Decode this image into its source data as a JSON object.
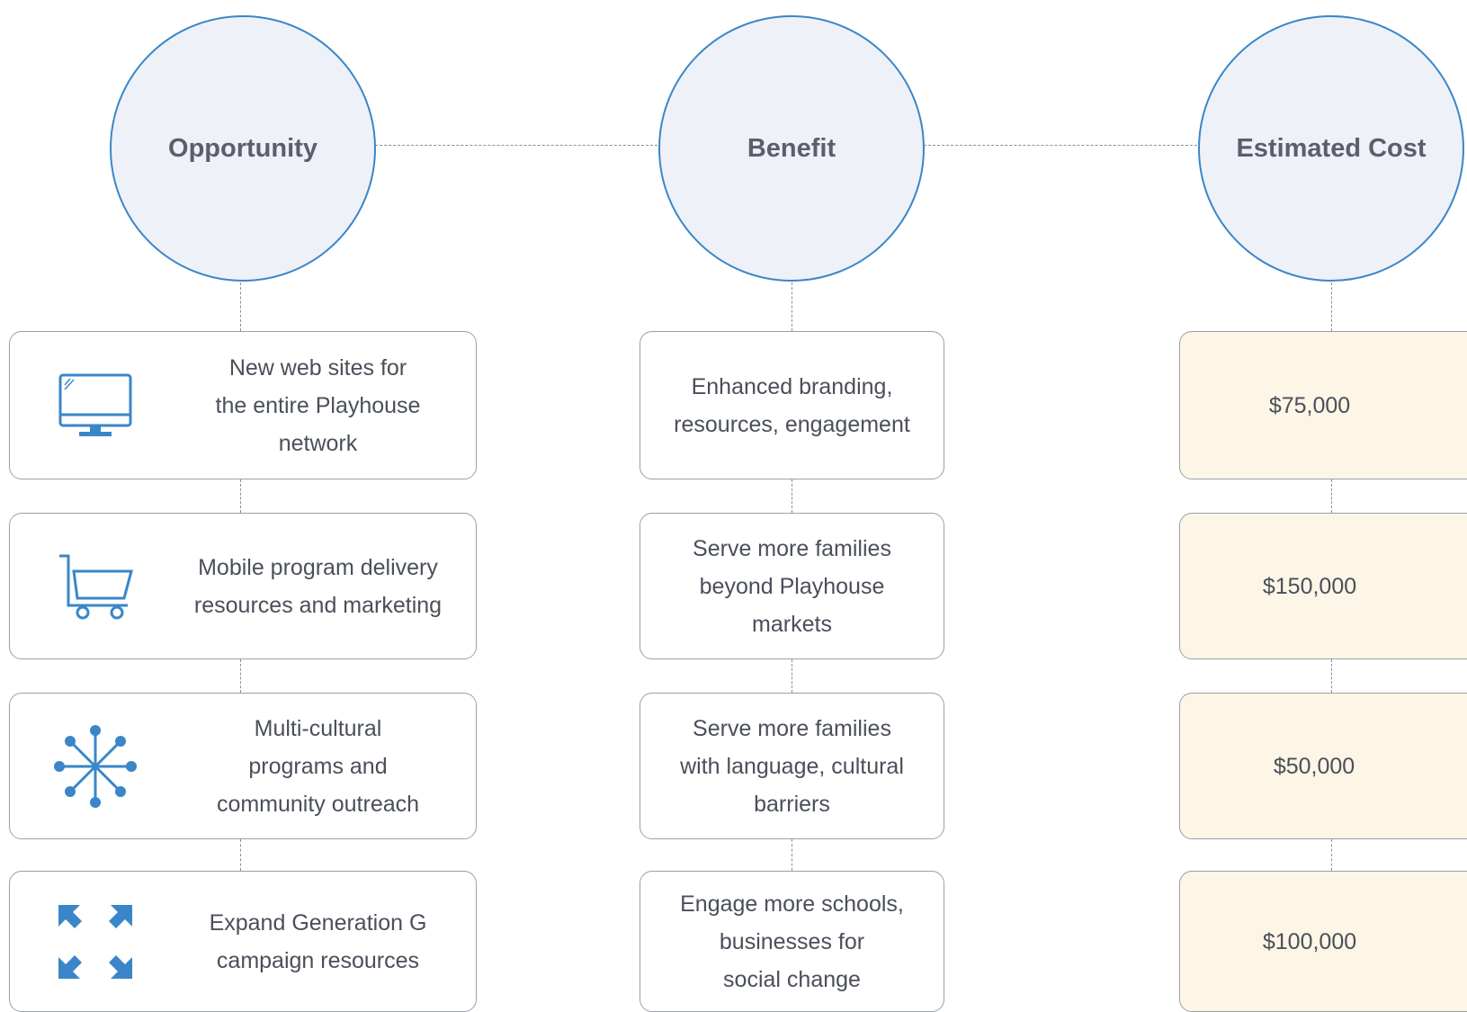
{
  "columns": {
    "opportunity": {
      "header": "Opportunity",
      "items": [
        {
          "text": "New web sites for\nthe entire Playhouse\nnetwork",
          "icon": "monitor-icon"
        },
        {
          "text": "Mobile program delivery\nresources and marketing",
          "icon": "shopping-cart-icon"
        },
        {
          "text": "Multi-cultural\nprograms and\ncommunity outreach",
          "icon": "network-hub-icon"
        },
        {
          "text": "Expand Generation G\ncampaign resources",
          "icon": "expand-arrows-icon"
        }
      ]
    },
    "benefit": {
      "header": "Benefit",
      "items": [
        {
          "text": "Enhanced branding,\nresources, engagement"
        },
        {
          "text": "Serve more families\nbeyond Playhouse\nmarkets"
        },
        {
          "text": "Serve more families\nwith language, cultural\nbarriers"
        },
        {
          "text": "Engage more schools,\nbusinesses for\nsocial change"
        }
      ]
    },
    "cost": {
      "header": "Estimated Cost",
      "items": [
        {
          "text": "$75,000"
        },
        {
          "text": "$150,000"
        },
        {
          "text": "$50,000"
        },
        {
          "text": "$100,000"
        }
      ]
    }
  },
  "colors": {
    "circle_border": "#3a86c8",
    "circle_fill": "#eef1f8",
    "icon": "#3a86c8",
    "cost_fill": "#fdf5e6",
    "text": "#4a4f5a"
  }
}
